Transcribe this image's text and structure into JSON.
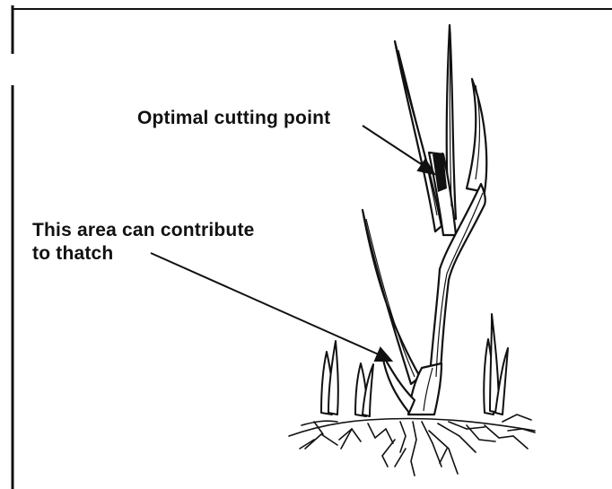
{
  "labels": {
    "cutting_point": "Optimal cutting point",
    "thatch_line1": "This area can contribute",
    "thatch_line2": "to thatch"
  },
  "colors": {
    "ink": "#111111",
    "background": "#ffffff"
  }
}
